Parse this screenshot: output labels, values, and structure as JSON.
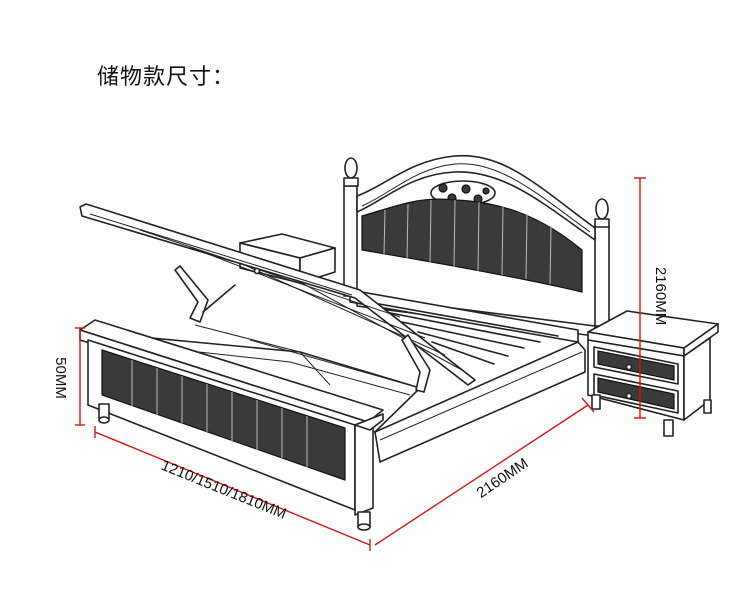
{
  "title": "储物款尺寸：",
  "dimensions": {
    "width": "1210/1510/1810MM",
    "length": "2160MM",
    "height": "2160MM",
    "lift_height": "50MM"
  },
  "colors": {
    "dimension_line": "#dd1111",
    "drawing_line": "#222222",
    "panel_fill": "#3a3a3a"
  }
}
